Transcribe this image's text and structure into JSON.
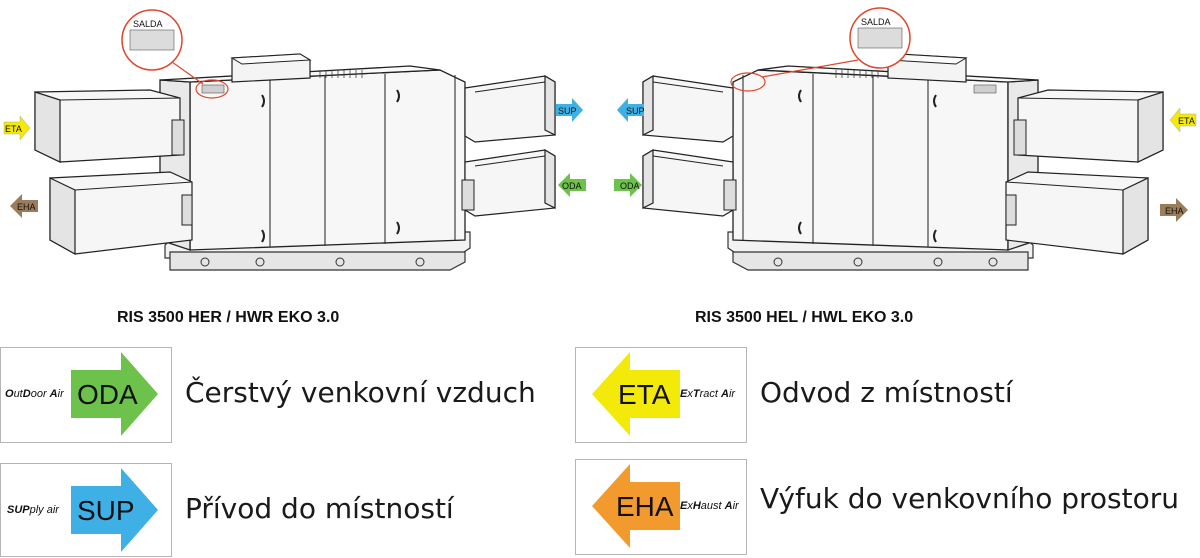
{
  "units": [
    {
      "caption": "RIS 3500 HER / HWR EKO 3.0",
      "side_labels": {
        "eta": "ETA",
        "eha": "EHA",
        "sup": "SUP",
        "oda": "ODA"
      },
      "nameplate_brand": "SALDA"
    },
    {
      "caption": "RIS 3500 HEL / HWL EKO 3.0",
      "side_labels": {
        "eta": "ETA",
        "eha": "EHA",
        "sup": "SUP",
        "oda": "ODA"
      },
      "nameplate_brand": "SALDA"
    }
  ],
  "legend": [
    {
      "abbr": "ODA",
      "english_parts": [
        "O",
        "ut",
        "D",
        "oor ",
        "A",
        "ir"
      ],
      "description": "Čerstvý venkovní vzduch",
      "color": "#6cc24a",
      "direction": "right"
    },
    {
      "abbr": "SUP",
      "english_parts": [
        "SUP",
        "ply air"
      ],
      "description": "Přívod do místností",
      "color": "#3fb0e6",
      "direction": "right"
    },
    {
      "abbr": "ETA",
      "english_parts": [
        "E",
        "x",
        "T",
        "ract ",
        "A",
        "ir"
      ],
      "description": "Odvod z místností",
      "color": "#f4ea0a",
      "direction": "left"
    },
    {
      "abbr": "EHA",
      "english_parts": [
        "E",
        "x",
        "H",
        "aust ",
        "A",
        "ir"
      ],
      "description": "Výfuk do venkovního prostoru",
      "color": "#f39a2e",
      "direction": "left"
    }
  ],
  "colors": {
    "oda": "#6cc24a",
    "sup": "#3fb0e6",
    "eta": "#f4ea0a",
    "eha": "#9b7d5b",
    "callout": "#e0472c"
  }
}
